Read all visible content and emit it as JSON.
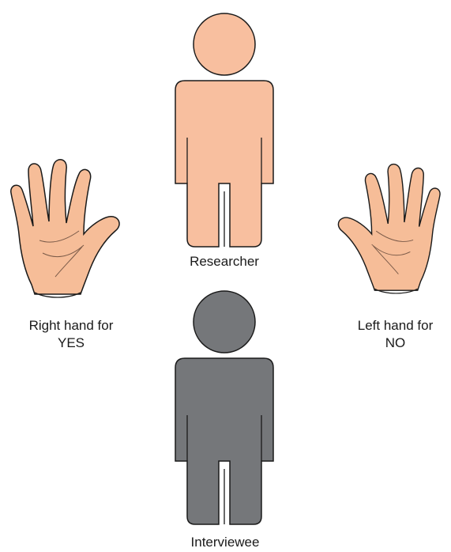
{
  "labels": {
    "researcher": "Researcher",
    "interviewee": "Interviewee",
    "right_hand_line1": "Right hand for",
    "right_hand_line2": "YES",
    "left_hand_line1": "Left hand for",
    "left_hand_line2": "NO"
  },
  "colors": {
    "researcher_fill": "#f8bf9f",
    "interviewee_fill": "#75777a",
    "hand_fill": "#f6bd98",
    "outline": "#1a1a1a"
  }
}
